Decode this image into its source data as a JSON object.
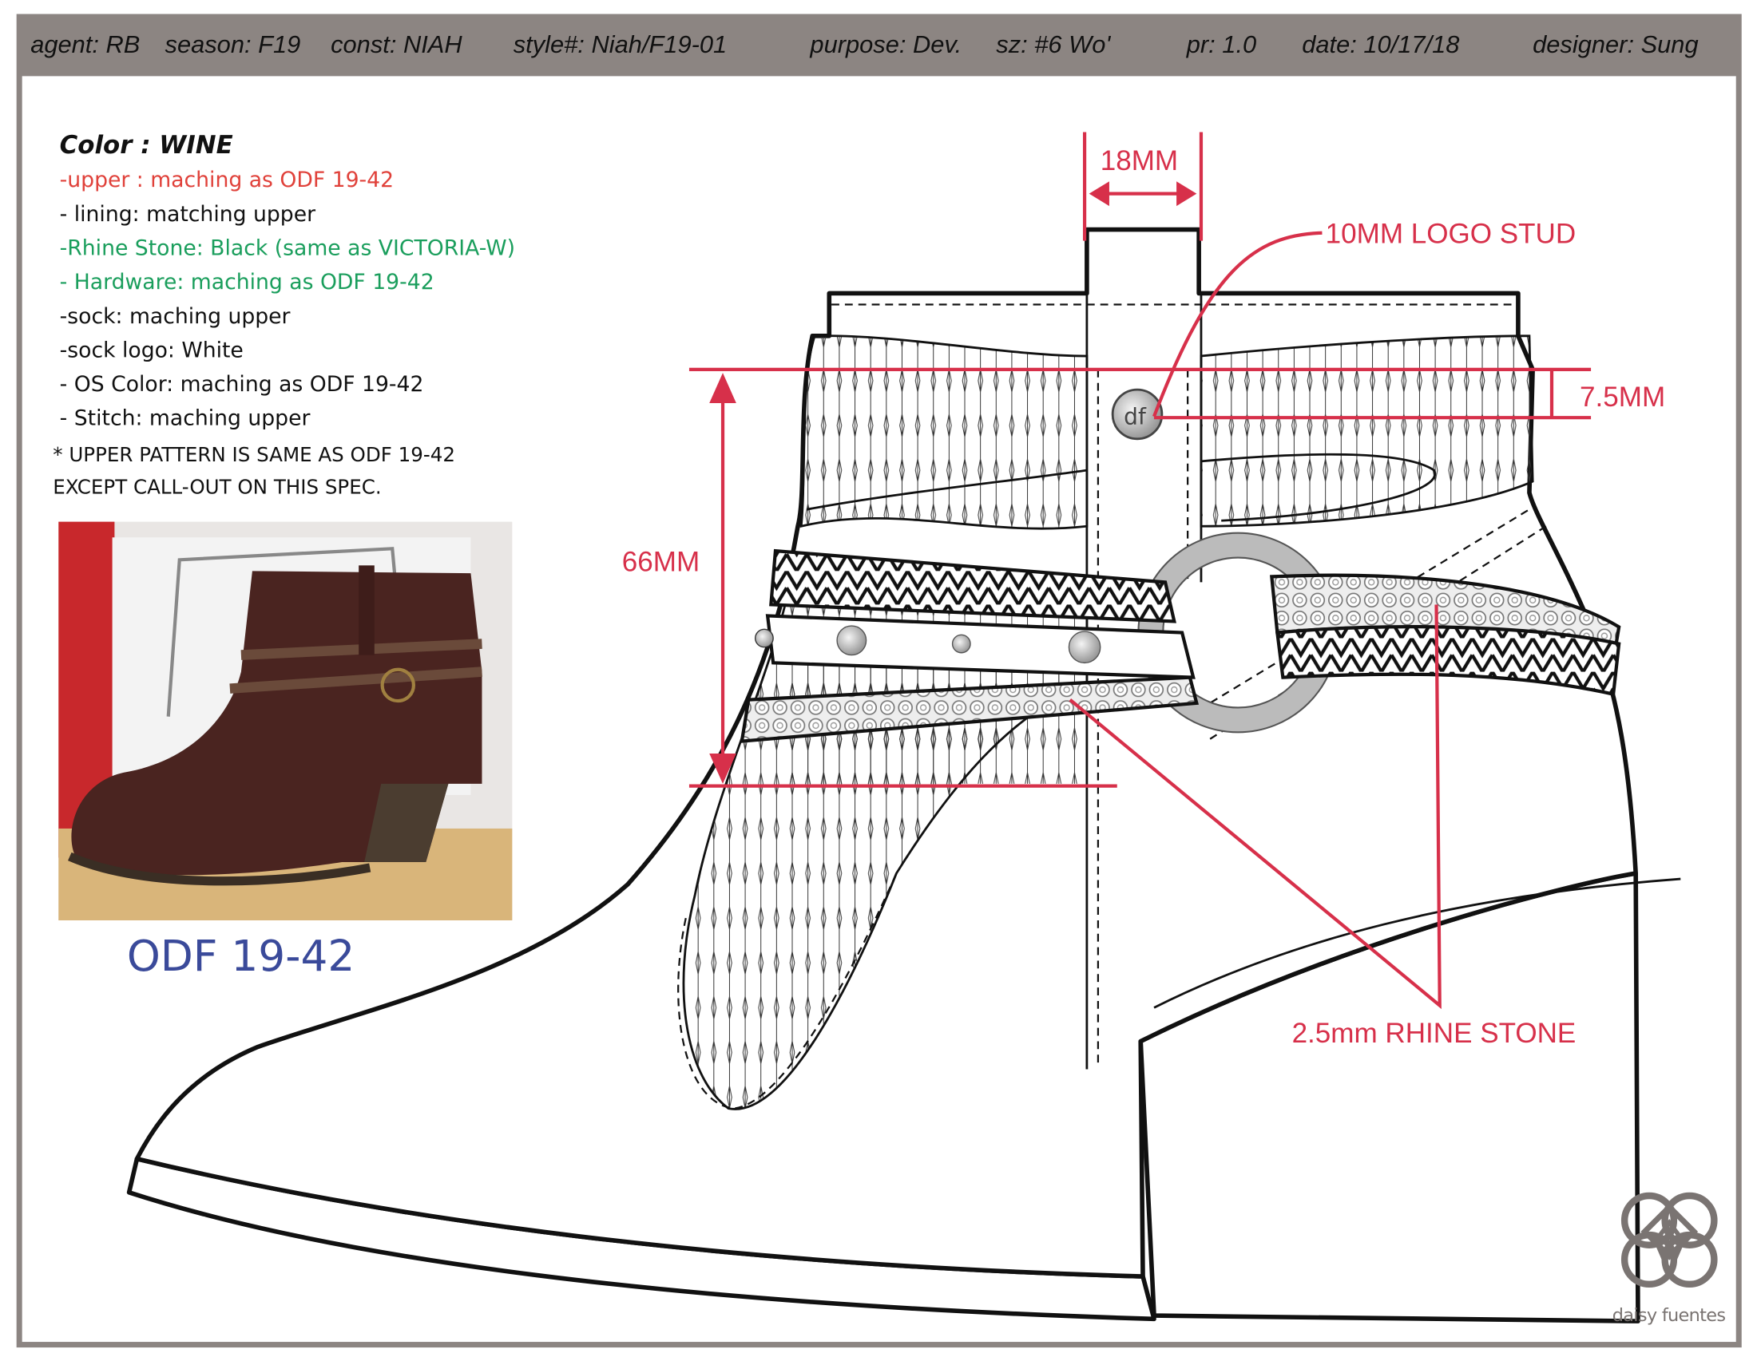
{
  "header": {
    "agent": "agent: RB",
    "season": "season: F19",
    "const": "const: NIAH",
    "style": "style#: Niah/F19-01",
    "purpose": "purpose: Dev.",
    "size": "sz: #6 Wo'",
    "pr": "pr: 1.0",
    "date": "date: 10/17/18",
    "designer": "designer: Sung"
  },
  "spec": {
    "title": "Color : WINE",
    "lines": [
      {
        "text": "-upper : maching as ODF 19-42",
        "color": "#e0413a"
      },
      {
        "text": "- lining: matching upper",
        "color": "#111111"
      },
      {
        "text": "-Rhine Stone: Black (same as VICTORIA-W)",
        "color": "#1a9e5c"
      },
      {
        "text": "- Hardware: maching as ODF 19-42",
        "color": "#1a9e5c"
      },
      {
        "text": "-sock: maching upper",
        "color": "#111111"
      },
      {
        "text": "-sock logo: White",
        "color": "#111111"
      },
      {
        "text": "- OS Color: maching as ODF 19-42",
        "color": "#111111"
      },
      {
        "text": "- Stitch: maching upper",
        "color": "#111111"
      }
    ],
    "note1": "* UPPER PATTERN IS SAME AS ODF 19-42",
    "note2": "EXCEPT CALL-OUT ON THIS SPEC."
  },
  "reference": {
    "label": "ODF 19-42",
    "color": "#3a4a9a"
  },
  "callouts": {
    "width": "18MM",
    "logo_stud": "10MM LOGO STUD",
    "stud_offset": "7.5MM",
    "height": "66MM",
    "rhinestone": "2.5mm RHINE STONE"
  },
  "brand": {
    "name": "daisy fuentes"
  },
  "colors": {
    "header": "#8c8582",
    "callout": "#d7304a"
  }
}
